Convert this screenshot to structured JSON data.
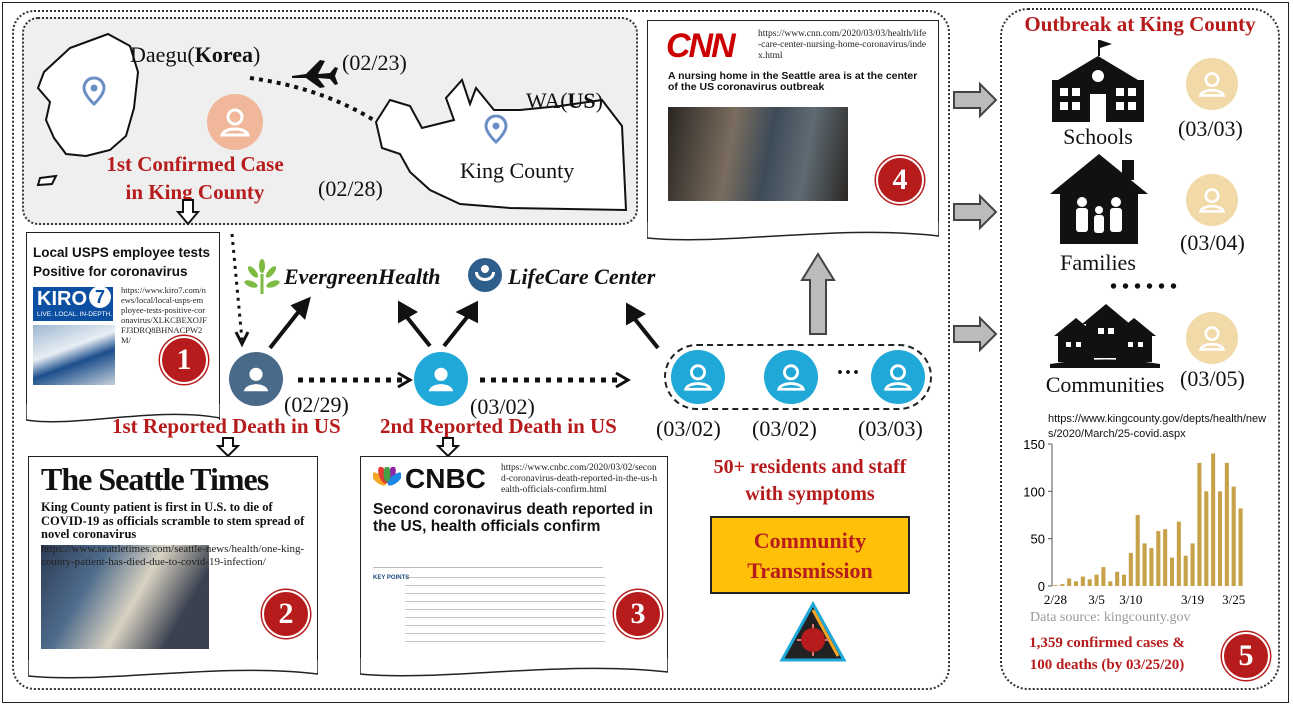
{
  "map": {
    "daegu_label_prefix": "Daegu(",
    "daegu_label_bold": "Korea",
    "daegu_label_suffix": ")",
    "flight_date": "(02/23)",
    "wa_prefix": "WA(",
    "wa_bold": "US",
    "wa_suffix": ")",
    "king_county": "King County",
    "case_date": "(02/28)",
    "first_case_line1": "1st Confirmed Case",
    "first_case_line2": "in King County"
  },
  "kiro": {
    "headline_line1": "Local USPS employee tests",
    "headline_line2": "Positive for coronavirus",
    "logo": "KIRO",
    "logo_num": "7",
    "tagline": "LIVE. LOCAL. IN-DEPTH.",
    "url": "https://www.kiro7.com/news/local/local-usps-employee-tests-positive-coronavirus/XLKCBEXOJFFJ3DRQ8BHNACPW2M/",
    "badge": "1"
  },
  "orgs": {
    "evergreen": "EvergreenHealth",
    "lifecare": "LifeCare Center"
  },
  "timeline": {
    "death1_date": "(02/29)",
    "death1_label": "1st Reported Death in US",
    "death2_date": "(03/02)",
    "death2_label": "2nd Reported Death in US",
    "res_date1": "(03/02)",
    "res_date2": "(03/02)",
    "res_date3": "(03/03)",
    "ellipsis": "···",
    "residents_line1": "50+ residents and staff",
    "residents_line2": "with symptoms",
    "community_line1": "Community",
    "community_line2": "Transmission"
  },
  "cnn": {
    "logo": "CNN",
    "url": "https://www.cnn.com/2020/03/03/health/life-care-center-nursing-home-coronavirus/index.html",
    "headline": "A nursing home in the Seattle area is at the center of the US coronavirus outbreak",
    "badge": "4"
  },
  "seattle": {
    "masthead": "The Seattle Times",
    "headline": "King County patient is first in U.S. to die of COVID-19 as officials scramble to stem spread of novel coronavirus",
    "url": "https://www.seattletimes.com/seattle-news/health/one-king-county-patient-has-died-due-to-covid-19-infection/",
    "badge": "2"
  },
  "cnbc": {
    "logo": "CNBC",
    "url": "https://www.cnbc.com/2020/03/02/second-coronavirus-death-reported-in-the-us-health-officials-confirm.html",
    "headline": "Second coronavirus death reported in the US, health officials confirm",
    "key_points": "KEY POINTS",
    "badge": "3"
  },
  "outbreak": {
    "title": "Outbreak at King County",
    "schools": "Schools",
    "schools_date": "(03/03)",
    "families": "Families",
    "families_date": "(03/04)",
    "dots": "• • • • • •",
    "communities": "Communities",
    "communities_date": "(03/05)",
    "url": "https://www.kingcounty.gov/depts/health/news/2020/March/25-covid.aspx",
    "source": "Data source: kingcounty.gov",
    "summary_line1": "1,359 confirmed cases &",
    "summary_line2": "100 deaths (by 03/25/20)",
    "badge": "5"
  },
  "colors": {
    "red": "#b71c1c",
    "bar": "#c8a24a",
    "person_blue": "#1fa8d8",
    "person_dark": "#4a6a8a",
    "person_peach": "#f0b79a",
    "person_tan": "#f1d9a8",
    "community_bg": "#ffc107"
  },
  "chart_data": {
    "type": "bar",
    "title": "",
    "xlabel": "",
    "ylabel": "",
    "ylim": [
      0,
      150
    ],
    "yticks": [
      0,
      50,
      100,
      150
    ],
    "xticks": [
      "2/28",
      "3/5",
      "3/10",
      "3/19",
      "3/25"
    ],
    "values": [
      1,
      2,
      8,
      5,
      10,
      7,
      12,
      20,
      5,
      15,
      12,
      35,
      75,
      45,
      40,
      58,
      60,
      30,
      68,
      32,
      45,
      130,
      100,
      140,
      100,
      130,
      105,
      82
    ]
  }
}
